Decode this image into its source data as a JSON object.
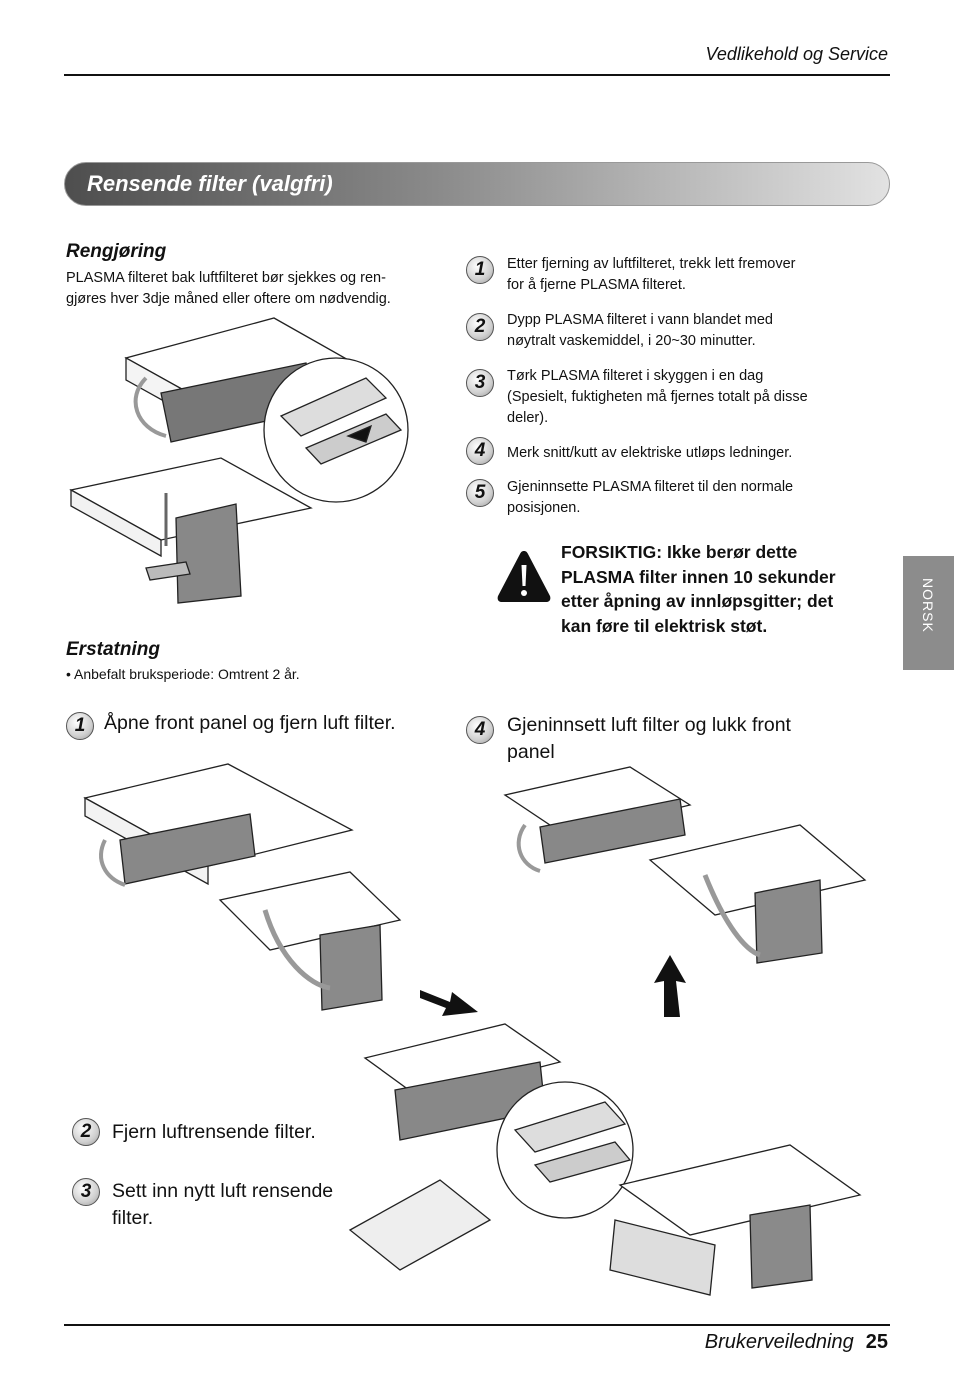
{
  "header": {
    "section": "Vedlikehold og Service"
  },
  "banner": {
    "title": "Rensende filter (valgfri)"
  },
  "cleaning": {
    "heading": "Rengjøring",
    "intro_line1": "PLASMA filteret bak luftfilteret bør sjekkes og ren-",
    "intro_line2": "gjøres hver 3dje måned eller oftere om nødvendig.",
    "steps": [
      {
        "num": "1",
        "line1": "Etter fjerning av luftfilteret, trekk lett fremover",
        "line2": "for å fjerne PLASMA filteret.",
        "line3": ""
      },
      {
        "num": "2",
        "line1": "Dypp PLASMA filteret i vann blandet med",
        "line2": "nøytralt vaskemiddel, i 20~30 minutter.",
        "line3": ""
      },
      {
        "num": "3",
        "line1": "Tørk PLASMA filteret i skyggen i en dag",
        "line2": "(Spesielt, fuktigheten må fjernes totalt på disse",
        "line3": "deler)."
      },
      {
        "num": "4",
        "line1": "Merk snitt/kutt av elektriske utløps ledninger.",
        "line2": "",
        "line3": ""
      },
      {
        "num": "5",
        "line1": "Gjeninnsette PLASMA filteret til den normale",
        "line2": "posisjonen.",
        "line3": ""
      }
    ]
  },
  "warning": {
    "line1": "FORSIKTIG: Ikke berør dette",
    "line2": "PLASMA filter innen 10 sekunder",
    "line3": "etter åpning av innløpsgitter; det",
    "line4": "kan føre til elektrisk støt.",
    "icon": "warning-triangle-icon"
  },
  "replacement": {
    "heading": "Erstatning",
    "bullet": "• Anbefalt bruksperiode: Omtrent 2 år.",
    "steps": [
      {
        "num": "1",
        "line1": "Åpne front panel og fjern luft filter.",
        "line2": ""
      },
      {
        "num": "2",
        "line1": "Fjern luftrensende filter.",
        "line2": ""
      },
      {
        "num": "3",
        "line1": "Sett inn nytt luft rensende",
        "line2": "filter."
      },
      {
        "num": "4",
        "line1": "Gjeninnsett luft filter og lukk front",
        "line2": "panel"
      }
    ]
  },
  "side_tab": {
    "label": "NORSK"
  },
  "footer": {
    "manual": "Brukerveiledning",
    "page": "25"
  },
  "colors": {
    "banner_dark": "#4e4e4e",
    "banner_light": "#e2e2e2",
    "tab": "#8c8c8c"
  }
}
